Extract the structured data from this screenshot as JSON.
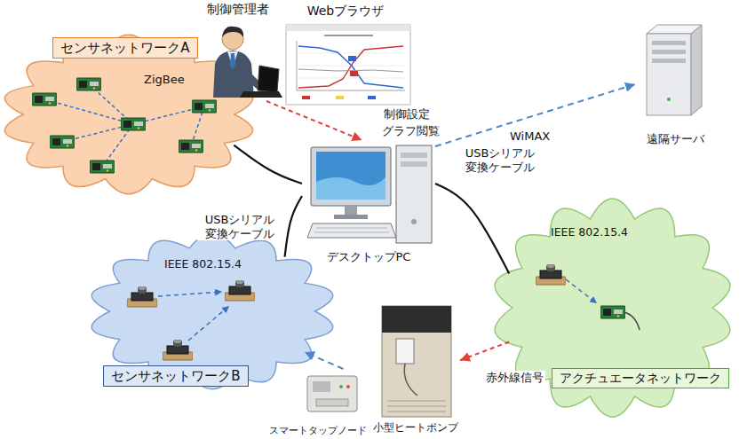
{
  "diagram": {
    "nodes": [
      {
        "text": [
          "センサネットワークA",
          "ZigBee"
        ]
      },
      {
        "text": [
          "制御管理者"
        ]
      },
      {
        "text": [
          "Webブラウザ"
        ]
      },
      {
        "text": [
          "デスクトップPC"
        ]
      },
      {
        "text": [
          "遠隔サーバ"
        ]
      },
      {
        "text": [
          "IEEE 802.15.4",
          "センサネットワークB"
        ]
      },
      {
        "text": [
          "IEEE 802.15.4",
          "アクチュエータネットワーク"
        ]
      },
      {
        "text": [
          "スマートタップノード"
        ]
      },
      {
        "text": [
          "小型ヒートポンプ"
        ]
      }
    ],
    "edges": [
      {
        "from": 1,
        "to": 3,
        "arrow": "to",
        "label": "制御設定"
      },
      {
        "from": 0,
        "to": 3,
        "arrow": "none"
      },
      {
        "from": 3,
        "to": 4,
        "arrow": "to",
        "label": "WiMAX"
      },
      {
        "from": 5,
        "to": 3,
        "arrow": "none",
        "label": "USBシリアル 変換ケーブル"
      },
      {
        "from": 3,
        "to": 6,
        "arrow": "none",
        "label": "USBシリアル 変換ケーブル"
      },
      {
        "from": 6,
        "to": 8,
        "arrow": "to",
        "label": "赤外線信号"
      },
      {
        "from": 7,
        "to": 5,
        "arrow": "to"
      }
    ],
    "labels": [
      "グラフ閲覧"
    ]
  }
}
